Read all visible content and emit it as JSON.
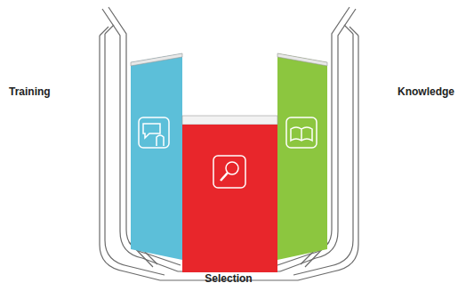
{
  "diagram": {
    "labels": [
      "Training",
      "Knowledge",
      "Selection"
    ]
  }
}
